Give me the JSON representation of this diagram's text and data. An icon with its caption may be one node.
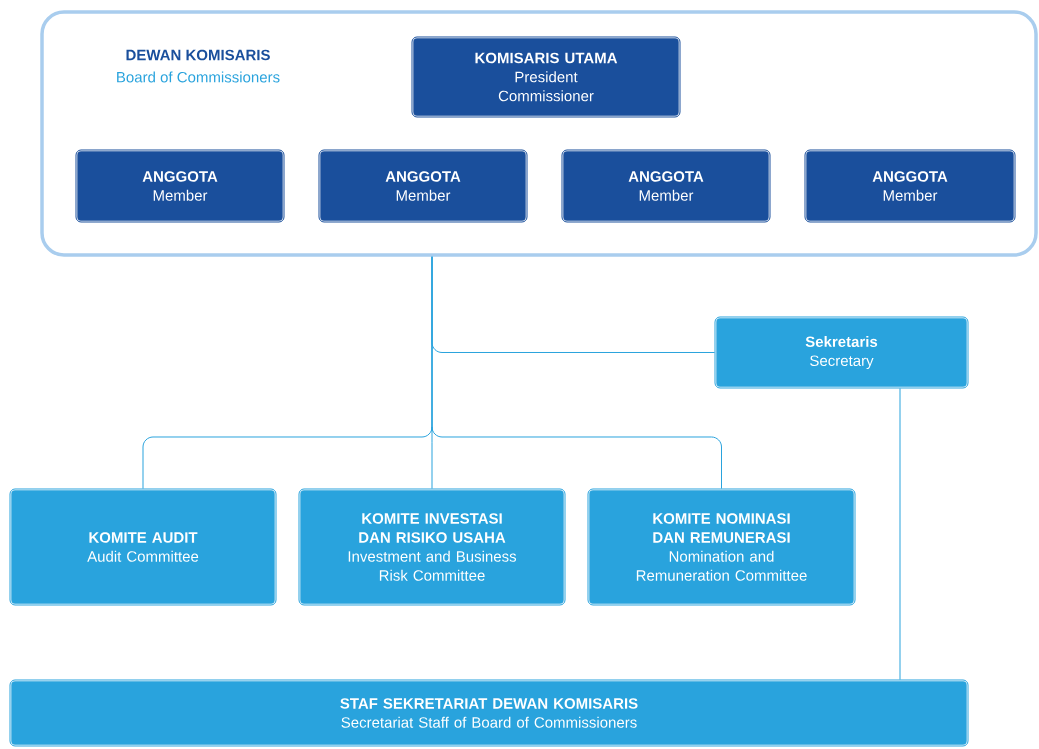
{
  "diagram": {
    "nodes": [
      {
        "text": [
          "DEWAN KOMISARIS",
          "Board of Commissioners"
        ]
      },
      {
        "text": [
          "KOMISARIS UTAMA",
          "President Commissioner"
        ],
        "in": 0
      },
      {
        "text": [
          "ANGGOTA",
          "Member"
        ],
        "in": 0
      },
      {
        "text": [
          "ANGGOTA",
          "Member"
        ],
        "in": 0
      },
      {
        "text": [
          "ANGGOTA",
          "Member"
        ],
        "in": 0
      },
      {
        "text": [
          "ANGGOTA",
          "Member"
        ],
        "in": 0
      },
      {
        "text": [
          "Sekretaris",
          "Secretary"
        ]
      },
      {
        "text": [
          "KOMITE AUDIT",
          "Audit Committee"
        ]
      },
      {
        "text": [
          "KOMITE INVESTASI DAN RISIKO USAHA",
          "Investment and Business Risk Committee"
        ]
      },
      {
        "text": [
          "KOMITE NOMINASI DAN REMUNERASI",
          "Nomination and Remuneration Committee"
        ]
      },
      {
        "text": [
          "STAF SEKRETARIAT DEWAN KOMISARIS",
          "Secretariat Staff of Board of Commissioners"
        ]
      }
    ],
    "edges": [
      {
        "from": 0,
        "to": 7,
        "arrow": "none"
      },
      {
        "from": 0,
        "to": 8,
        "arrow": "none"
      },
      {
        "from": 0,
        "to": 9,
        "arrow": "none"
      },
      {
        "from": 0,
        "to": 6,
        "arrow": "none"
      },
      {
        "from": 6,
        "to": 10,
        "arrow": "none"
      }
    ]
  }
}
